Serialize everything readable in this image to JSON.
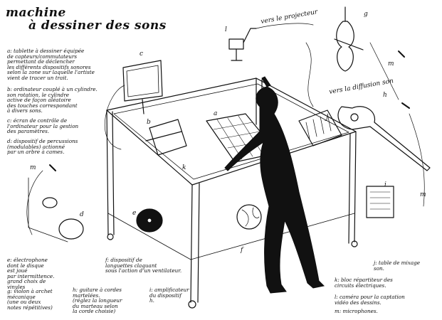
{
  "title_lines": [
    "machine",
    "à dessiner des sons"
  ],
  "legend": {
    "a": "a: tablette à dessiner équipée\nde capteurs/commutateurs\npermettant de déclencher\nles différents dispositifs sonores\nselon la zone sur laquelle l'artiste\nvient de tracer un trait.",
    "b": "b: ordinateur couplé à un cylindre.\nson rotation, le cylindre\nactive de façon aléatoire\ndes touches correspondant\nà divers sons.",
    "c": "c: écran de contrôle de\nl'ordinateur pour la gestion\ndes paramètres.",
    "d": "d: dispositif de percussions\n(modulables) actionné\npar un arbre à cames.",
    "e": "e: électrophone\ndont le disque\nest joué\npar intermittence.\ngrand choix de\nvinyles",
    "f": "f: dispositif de\nlanguettes claquant\nsous l'action d'un ventilateur.",
    "g": "g: violon à archet\nmécanique\n(une ou deux\nnotes répétitives)",
    "h": "h: guitare à cordes\nmartelées.\n(réglez la longueur\ndu marteau selon\nla corde choisie)",
    "i": "i: amplificateur\ndu dispositif\nh.",
    "j": "j: table de mixage\nson.",
    "k": "k: bloc répartiteur des\ncircuits électriques.",
    "l": "l: caméra pour la captation\nvidéo des dessins.",
    "m": "m: microphones."
  },
  "tags": {
    "projecteur": "vers le projecteur",
    "diffusion": "vers la diffusion son"
  },
  "letters": [
    "c",
    "a",
    "b",
    "d",
    "e",
    "f",
    "k",
    "j",
    "g",
    "h",
    "i",
    "l",
    "m",
    "m",
    "m"
  ]
}
